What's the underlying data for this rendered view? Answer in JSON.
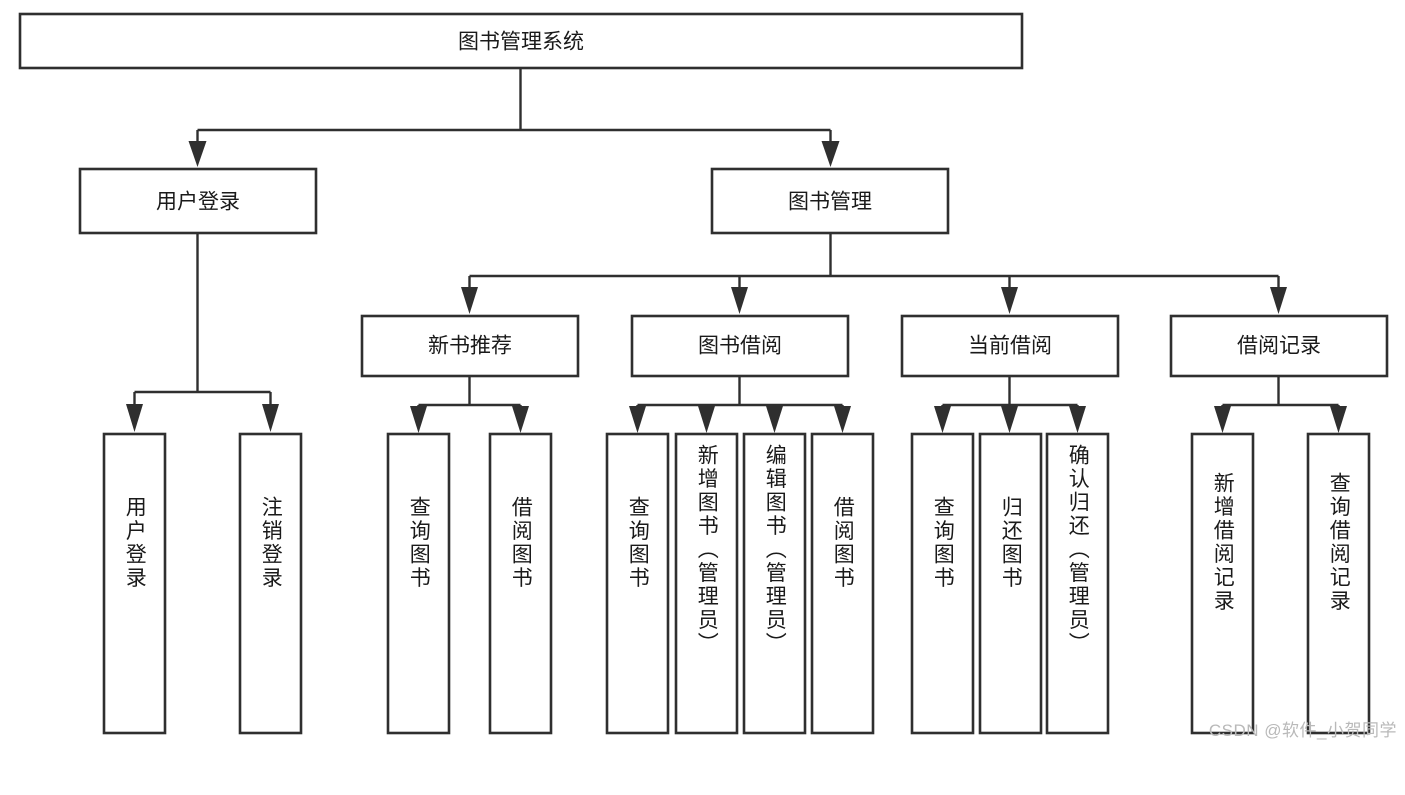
{
  "diagram": {
    "type": "hierarchy-tree",
    "title": "图书管理系统",
    "watermark": "CSDN @软件_小贺同学",
    "colors": {
      "background": "#ffffff",
      "box_stroke": "#2f2f2f",
      "box_fill": "#ffffff",
      "text": "#1a1a1a",
      "watermark": "#b9b9b9"
    },
    "root": {
      "label": "图书管理系统"
    },
    "level2": [
      {
        "label": "用户登录"
      },
      {
        "label": "图书管理"
      }
    ],
    "level3": [
      {
        "label": "新书推荐"
      },
      {
        "label": "图书借阅"
      },
      {
        "label": "当前借阅"
      },
      {
        "label": "借阅记录"
      }
    ],
    "leaves": {
      "user_login": [
        {
          "label": "用户登录"
        },
        {
          "label": "注销登录"
        }
      ],
      "new_book_recommend": [
        {
          "label": "查询图书"
        },
        {
          "label": "借阅图书"
        }
      ],
      "book_borrow": [
        {
          "label": "查询图书"
        },
        {
          "label": "新增图书（管理员）"
        },
        {
          "label": "编辑图书（管理员）"
        },
        {
          "label": "借阅图书"
        }
      ],
      "current_borrow": [
        {
          "label": "查询图书"
        },
        {
          "label": "归还图书"
        },
        {
          "label": "确认归还（管理员）"
        }
      ],
      "borrow_record": [
        {
          "label": "新增借阅记录"
        },
        {
          "label": "查询借阅记录"
        }
      ]
    }
  }
}
